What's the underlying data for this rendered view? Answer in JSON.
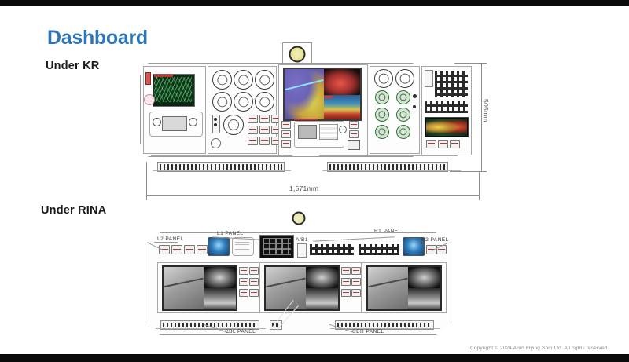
{
  "slide": {
    "title": "Dashboard",
    "background_color": "#ffffff",
    "title_color": "#2e75b6",
    "letterbox_color": "#0a0a0a"
  },
  "sections": [
    {
      "id": "kr",
      "label": "Under KR"
    },
    {
      "id": "rina",
      "label": "Under RINA"
    }
  ],
  "dimensions": {
    "height_label": "505mm",
    "width_label": "1,571mm"
  },
  "panel_tags": {
    "l2": "L2 PANEL",
    "l1": "L1 PANEL",
    "r1": "R1 PANEL",
    "r2": "R2 PANEL",
    "cbl": "CBL PANEL",
    "cbr": "CBR PANEL",
    "aux": "A/B1"
  },
  "footer": {
    "copyright": "Copyright © 2024 Aron Flying Ship Ltd. All rights reserved."
  }
}
